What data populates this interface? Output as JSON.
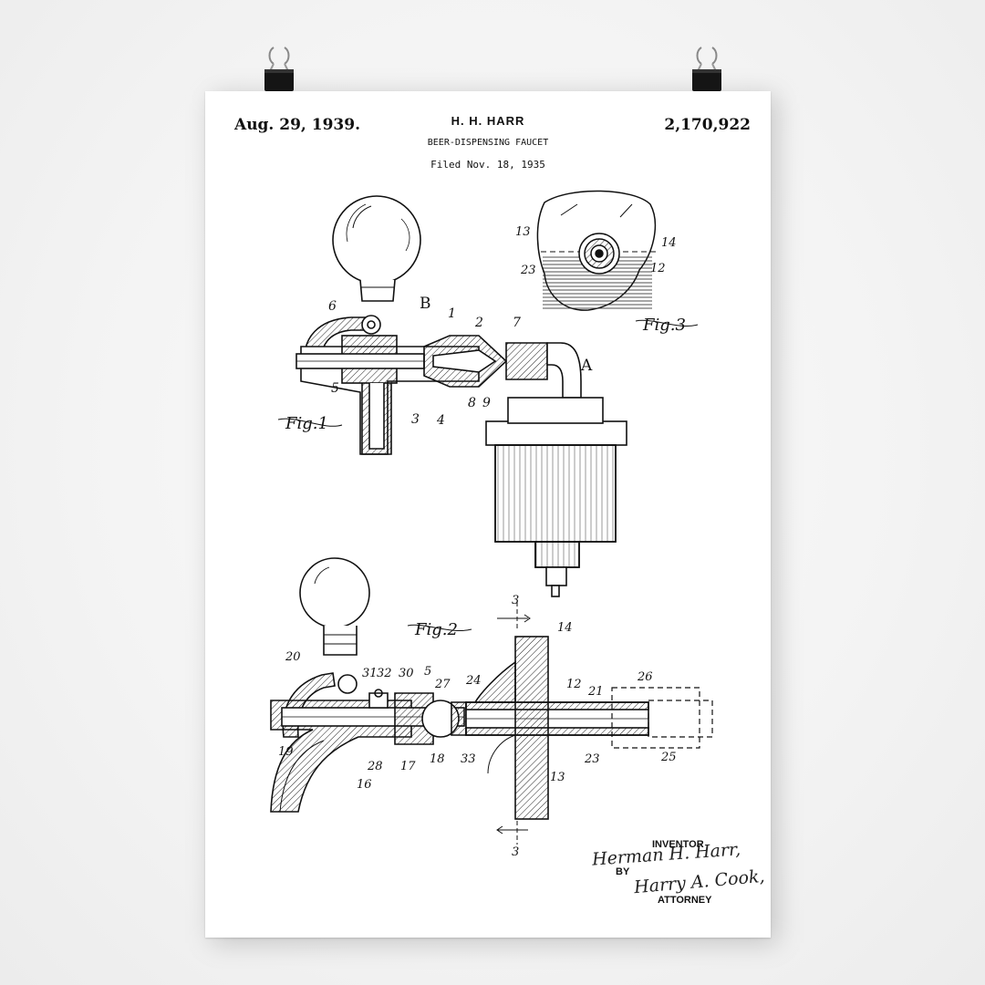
{
  "poster": {
    "date": "Aug. 29, 1939.",
    "inventor_name": "H. H. HARR",
    "patent_number": "2,170,922",
    "title": "BEER-DISPENSING FAUCET",
    "filed": "Filed Nov. 18, 1935",
    "figures": {
      "fig1": "Fig.1",
      "fig2": "Fig.2",
      "fig3": "Fig.3"
    },
    "letters": {
      "a": "A",
      "b": "B"
    },
    "section_marks": {
      "top": "3",
      "bottom": "3"
    },
    "fig1_labels": [
      "1",
      "2",
      "3",
      "4",
      "5",
      "6",
      "7",
      "8",
      "9"
    ],
    "fig2_labels": [
      "5",
      "12",
      "13",
      "14",
      "16",
      "17",
      "18",
      "19",
      "20",
      "21",
      "23",
      "24",
      "25",
      "26",
      "27",
      "28",
      "30",
      "31",
      "32",
      "33"
    ],
    "fig3_labels": [
      "13",
      "14",
      "23",
      "12"
    ],
    "inventor_caption": "INVENTOR",
    "inventor_signature": "Herman H. Harr,",
    "by": "BY",
    "attorney_signature": "Harry A. Cook,",
    "attorney_caption": "ATTORNEY"
  },
  "colors": {
    "ink": "#111111",
    "paper": "#ffffff",
    "wall": "#f4f4f4"
  }
}
